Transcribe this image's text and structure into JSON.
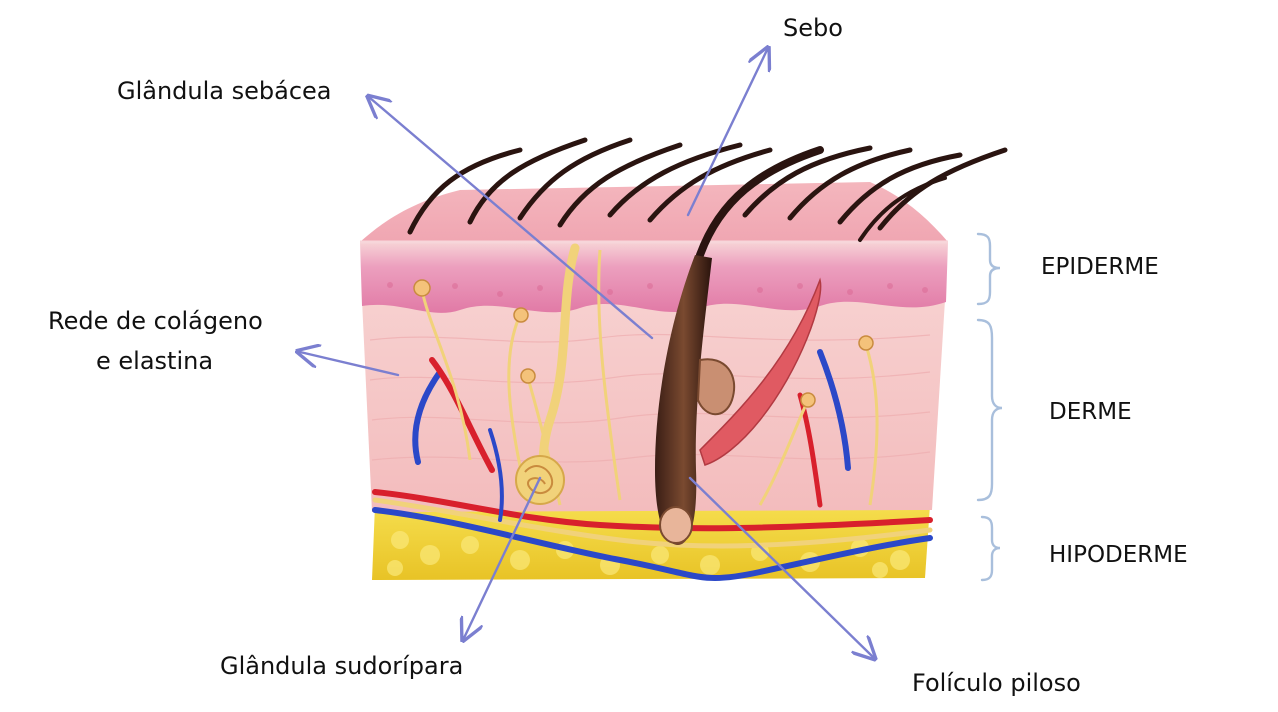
{
  "labels": {
    "sebo": "Sebo",
    "glandula_sebacea": "Glândula sebácea",
    "rede_line1": "Rede de colágeno",
    "rede_line2": "e elastina",
    "glandula_sudoripara": "Glândula sudorípara",
    "foliculo_piloso": "Folículo piloso"
  },
  "layers": {
    "epiderme": "EPIDERME",
    "derme": "DERME",
    "hipoderme": "HIPODERME"
  },
  "colors": {
    "arrow": "#7b7fd0",
    "bracket": "#a9bfdc",
    "epidermis": "#e79fb8",
    "dermis": "#f5c9c8",
    "hypodermis": "#f2d43a",
    "artery": "#d8202c",
    "vein": "#2b48c8",
    "nerve": "#f1d27a",
    "hair": "#2a1410"
  },
  "icons": {
    "pointer": "arrow-icon",
    "layer_marker": "curly-bracket-icon"
  }
}
